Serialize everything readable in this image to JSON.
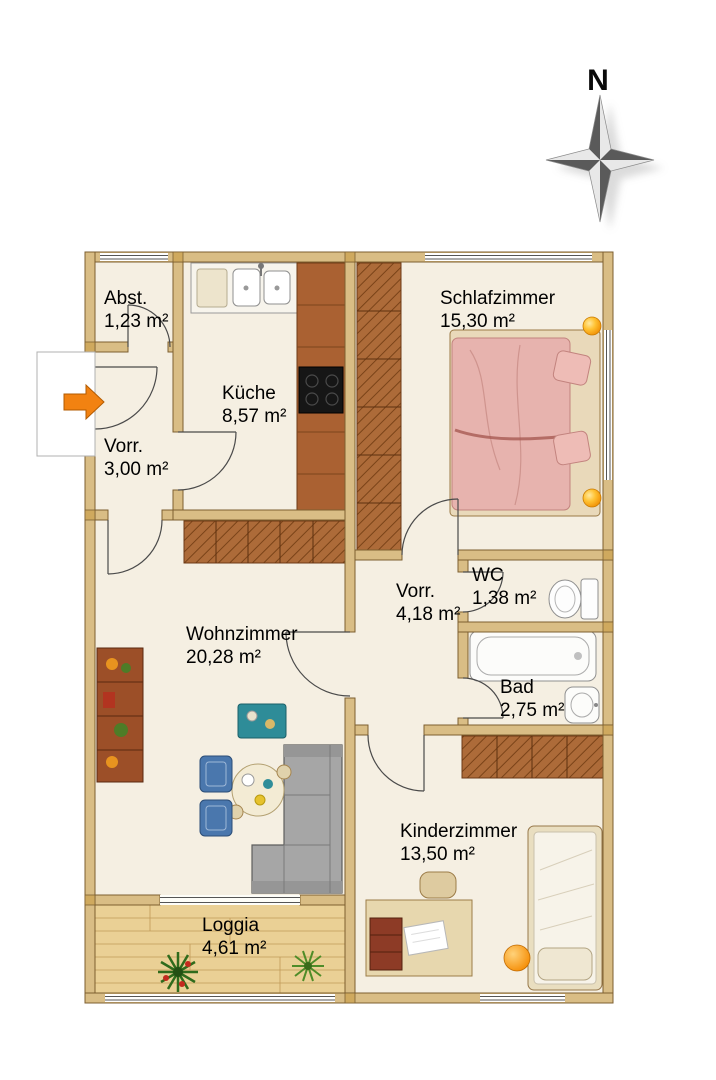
{
  "compass": {
    "label": "N"
  },
  "rooms": [
    {
      "id": "abstellraum",
      "name": "Abst.",
      "area": "1,23 m²"
    },
    {
      "id": "kueche",
      "name": "Küche",
      "area": "8,57 m²"
    },
    {
      "id": "schlafzimmer",
      "name": "Schlafzimmer",
      "area": "15,30 m²"
    },
    {
      "id": "vorraum-eingang",
      "name": "Vorr.",
      "area": "3,00 m²"
    },
    {
      "id": "vorraum-flur",
      "name": "Vorr.",
      "area": "4,18 m²"
    },
    {
      "id": "wc",
      "name": "WC",
      "area": "1,38 m²"
    },
    {
      "id": "bad",
      "name": "Bad",
      "area": "2,75 m²"
    },
    {
      "id": "wohnzimmer",
      "name": "Wohnzimmer",
      "area": "20,28 m²"
    },
    {
      "id": "kinderzimmer",
      "name": "Kinderzimmer",
      "area": "13,50 m²"
    },
    {
      "id": "loggia",
      "name": "Loggia",
      "area": "4,61 m²"
    }
  ],
  "colors": {
    "wall": "#d9bd85",
    "floor": "#f5efe2",
    "wood_furniture": "#aa6132",
    "accent_arrow": "#f28211",
    "bed_pink": "#e7b3ae",
    "loggia_wood": "#ead095",
    "sofa_gray": "#a6a6a6"
  }
}
